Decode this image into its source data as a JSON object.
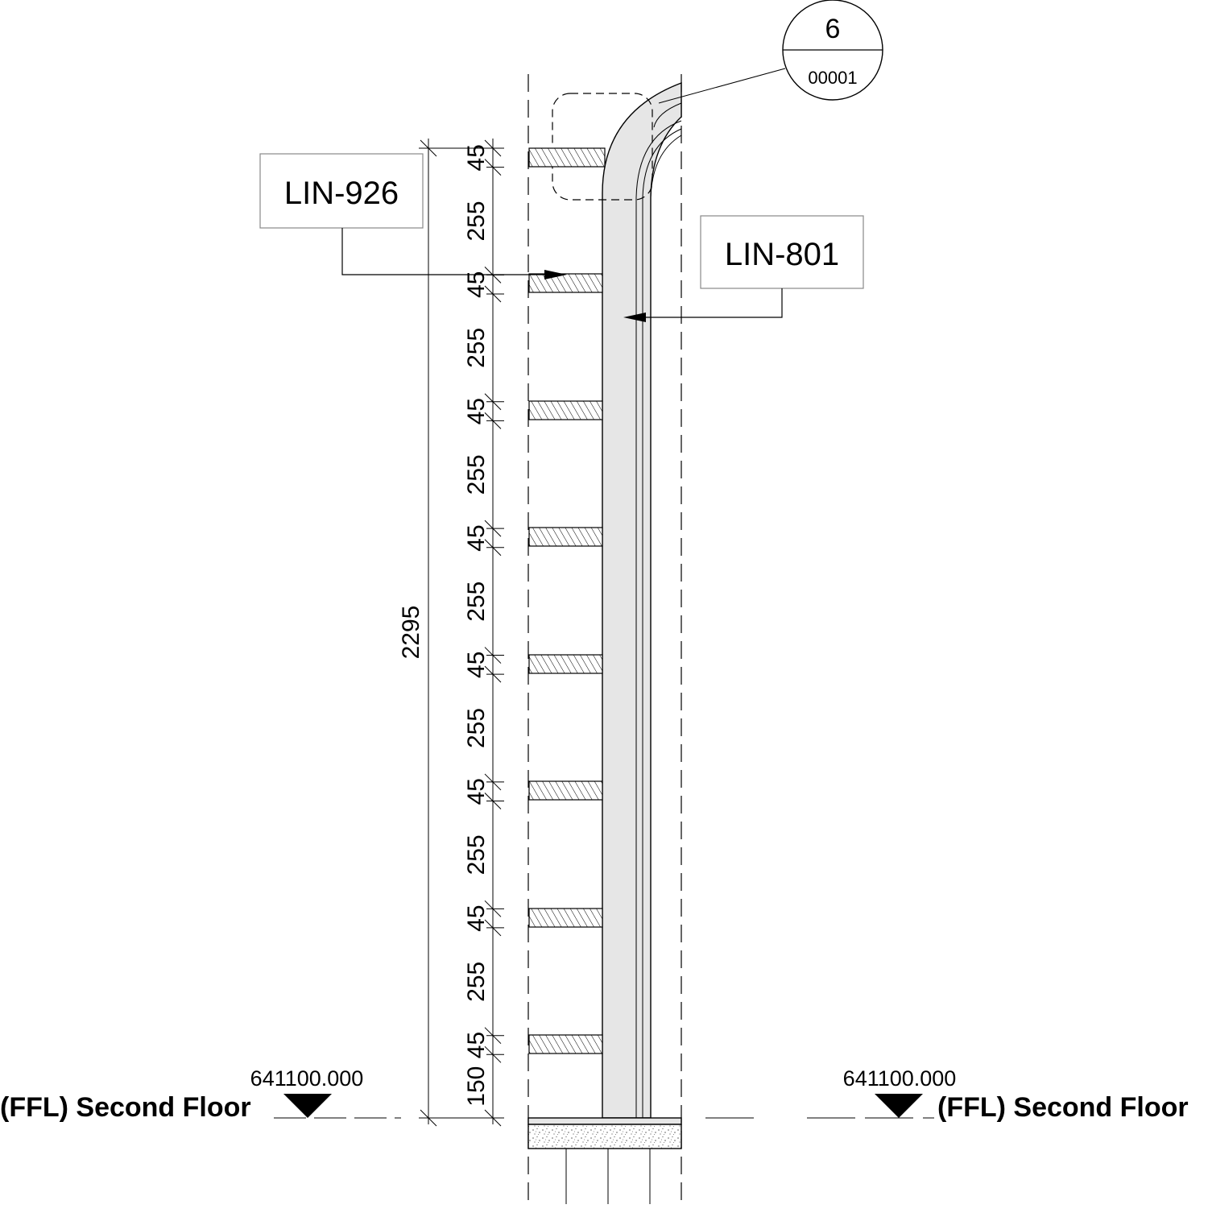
{
  "callouts": {
    "section_tag": {
      "number": "6",
      "sheet": "00001"
    },
    "tag_left": "LIN-926",
    "tag_right": "LIN-801"
  },
  "dimensions": {
    "overall": "2295",
    "tread": "45",
    "gap": "255",
    "base": "150",
    "segments_top_to_bottom": [
      "45",
      "255",
      "45",
      "255",
      "45",
      "255",
      "45",
      "255",
      "45",
      "255",
      "45",
      "255",
      "45",
      "255",
      "45",
      "150"
    ]
  },
  "levels": {
    "left": {
      "elevation": "641100.000",
      "name": "(FFL) Second Floor"
    },
    "right": {
      "elevation": "641100.000",
      "name": "(FFL) Second Floor"
    }
  },
  "colors": {
    "line": "#000000",
    "fill_grey": "#e6e6e6",
    "background": "#ffffff"
  }
}
